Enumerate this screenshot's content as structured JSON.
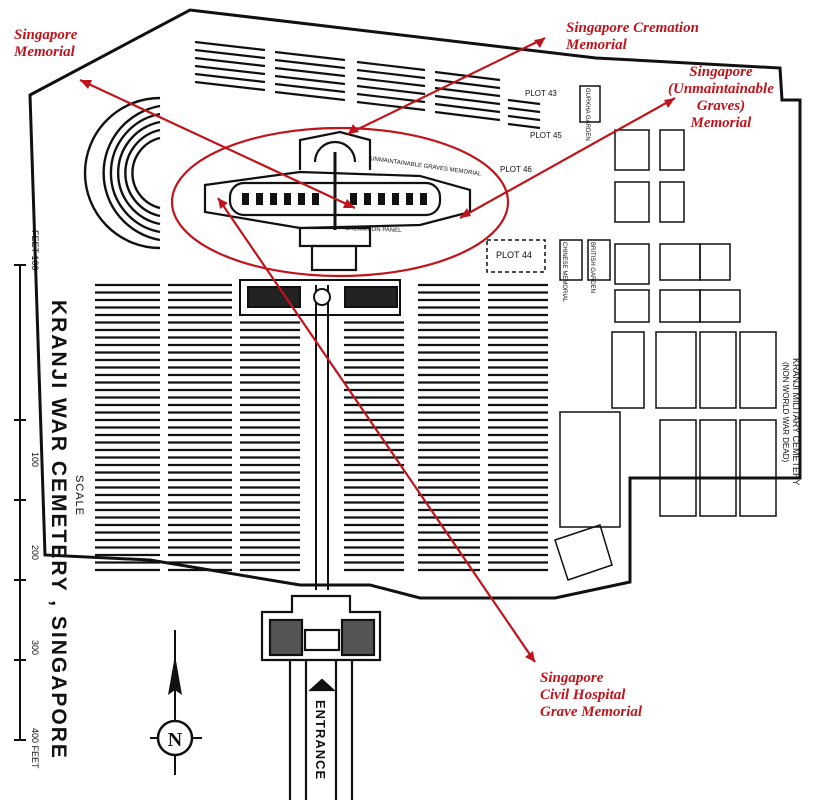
{
  "annotations": {
    "singapore_memorial": [
      "Singapore",
      "Memorial"
    ],
    "cremation_memorial": [
      "Singapore Cremation",
      "Memorial"
    ],
    "unmaintainable_memorial": [
      "Singapore",
      "(Unmaintainable",
      "Graves)",
      "Memorial"
    ],
    "civil_hospital_memorial": [
      "Singapore",
      "Civil Hospital",
      "Grave Memorial"
    ]
  },
  "map_text": {
    "cemetery_title": "KRANJI WAR CEMETERY , SINGAPORE",
    "scale_label": "SCALE",
    "scale_ticks": [
      "FEET 100",
      "100",
      "200",
      "300",
      "400 FEET"
    ],
    "military_cemetery": "KRANJI MILITARY CEMETERY",
    "military_cemetery_sub": "(NON WORLD WAR DEAD)",
    "entrance": "ENTRANCE",
    "north_letter": "N",
    "gurkha_garden": "GURKHA GARDEN",
    "british_garden": "BRITISH GARDEN",
    "chinese_memorial": "CHINESE MEMORIAL",
    "plot_43": "PLOT 43",
    "plot_45": "PLOT 45",
    "plot_46": "PLOT 46",
    "plot_44": "PLOT 44",
    "unmaintainable_graves_memorial": "UNMAINTAINABLE GRAVES MEMORIAL",
    "cremation_panel": "CREMATION PANEL"
  }
}
